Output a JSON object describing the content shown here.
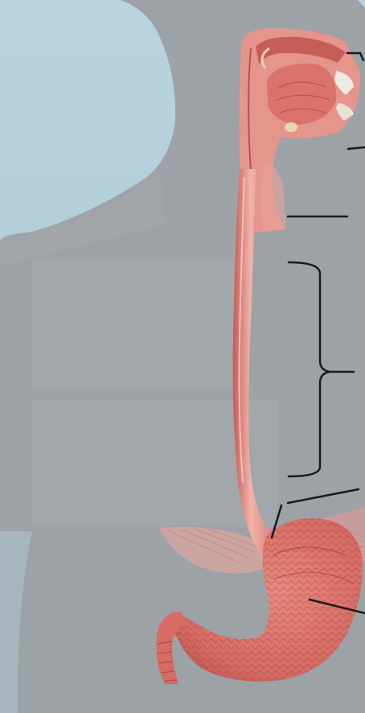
{
  "figure": {
    "subject": "anatomy-illustration",
    "colors": {
      "background": "#a6c6d2",
      "body_silhouette": "#9ca1a6",
      "tissue": "#e28b84",
      "tissue_dark": "#c45a55",
      "tissue_light": "#f1b5ad",
      "label_box": "#a3a8ad",
      "leader_line": "#1a1a1a"
    },
    "structures": [
      {
        "id": "oral-cavity",
        "icon": "head-section-illustration"
      },
      {
        "id": "esophagus",
        "icon": "tube-illustration"
      },
      {
        "id": "stomach",
        "icon": "stomach-illustration"
      },
      {
        "id": "diaphragm",
        "icon": "muscle-band-illustration"
      }
    ],
    "label_boxes": [
      {
        "id": "label-box-upper",
        "text": ""
      },
      {
        "id": "label-box-lower",
        "text": ""
      }
    ],
    "leader_lines": [
      {
        "id": "leader-oral-top"
      },
      {
        "id": "leader-oral-bottom"
      },
      {
        "id": "leader-upper-esophagus"
      },
      {
        "id": "bracket-esophagus"
      },
      {
        "id": "leader-sphincter"
      },
      {
        "id": "leader-cardia"
      },
      {
        "id": "leader-stomach"
      }
    ]
  }
}
